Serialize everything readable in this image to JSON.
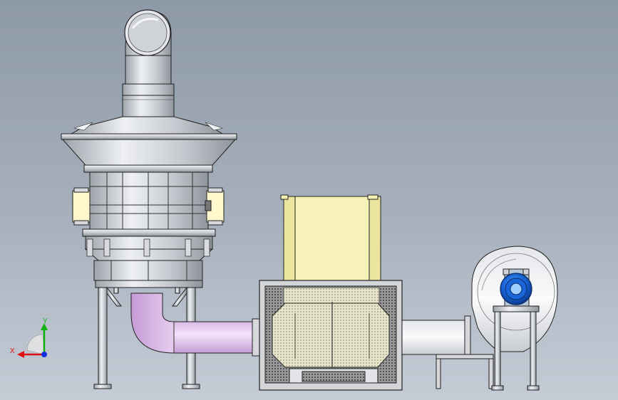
{
  "triad": {
    "x_label": "X",
    "y_label": "Y",
    "x_color": "#e01010",
    "y_color": "#10b010",
    "z_color": "#1030e0"
  },
  "colors": {
    "background_top": "#8e99a7",
    "background_bottom": "#c4ccd6",
    "steel": "#c9ccd3",
    "steel_dark": "#8c8f96",
    "duct_pink": "#e8c9f2",
    "filter_yellow": "#f7f2b8",
    "mesh_dark": "#3a3a3a",
    "motor_blue": "#1a66d9"
  },
  "scene": {
    "components": [
      "stack",
      "cyclone-hood",
      "reactor-cage",
      "support-frame",
      "elbow-duct",
      "filter-box",
      "filter-hopper",
      "transition-duct",
      "centrifugal-fan",
      "fan-motor",
      "fan-stand"
    ]
  }
}
